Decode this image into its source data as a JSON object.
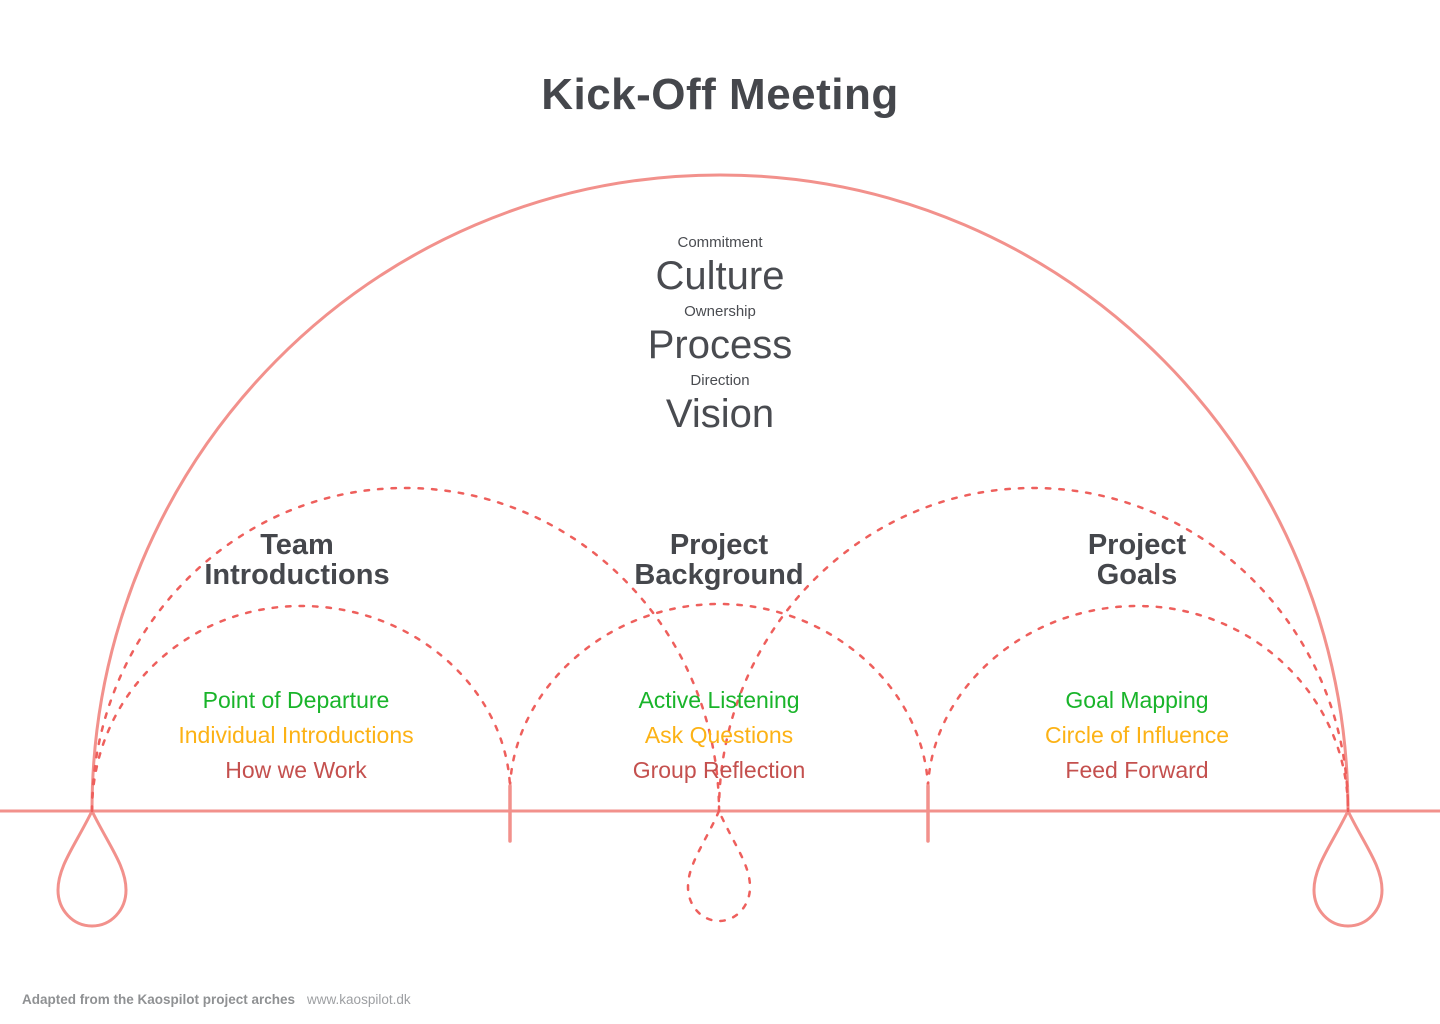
{
  "title": "Kick-Off Meeting",
  "center_stack": {
    "0": {
      "small": "Commitment",
      "large": "Culture"
    },
    "1": {
      "small": "Ownership",
      "large": "Process"
    },
    "2": {
      "small": "Direction",
      "large": "Vision"
    }
  },
  "sections": {
    "0": {
      "heading_line1": "Team",
      "heading_line2": "Introductions",
      "items": {
        "0": {
          "label": "Point of Departure",
          "color": "#19b42a"
        },
        "1": {
          "label": "Individual Introductions",
          "color": "#fcb215"
        },
        "2": {
          "label": "How we Work",
          "color": "#c4504e"
        }
      }
    },
    "1": {
      "heading_line1": "Project",
      "heading_line2": "Background",
      "items": {
        "0": {
          "label": "Active Listening",
          "color": "#19b42a"
        },
        "1": {
          "label": "Ask Questions",
          "color": "#fcb215"
        },
        "2": {
          "label": "Group Reflection",
          "color": "#c4504e"
        }
      }
    },
    "2": {
      "heading_line1": "Project",
      "heading_line2": "Goals",
      "items": {
        "0": {
          "label": "Goal Mapping",
          "color": "#19b42a"
        },
        "1": {
          "label": "Circle of Influence",
          "color": "#fcb215"
        },
        "2": {
          "label": "Feed Forward",
          "color": "#c4504e"
        }
      }
    }
  },
  "footer": {
    "credit": "Adapted from the Kaospilot project arches",
    "url": "www.kaospilot.dk"
  },
  "colors": {
    "arch_solid": "#f2918c",
    "arch_dotted": "#ee5f5c",
    "title_text": "#45474c",
    "heading_text": "#45474c",
    "item_green": "#19b42a",
    "item_amber": "#fcb215",
    "item_red": "#c4504e",
    "footer_text": "#909295"
  }
}
